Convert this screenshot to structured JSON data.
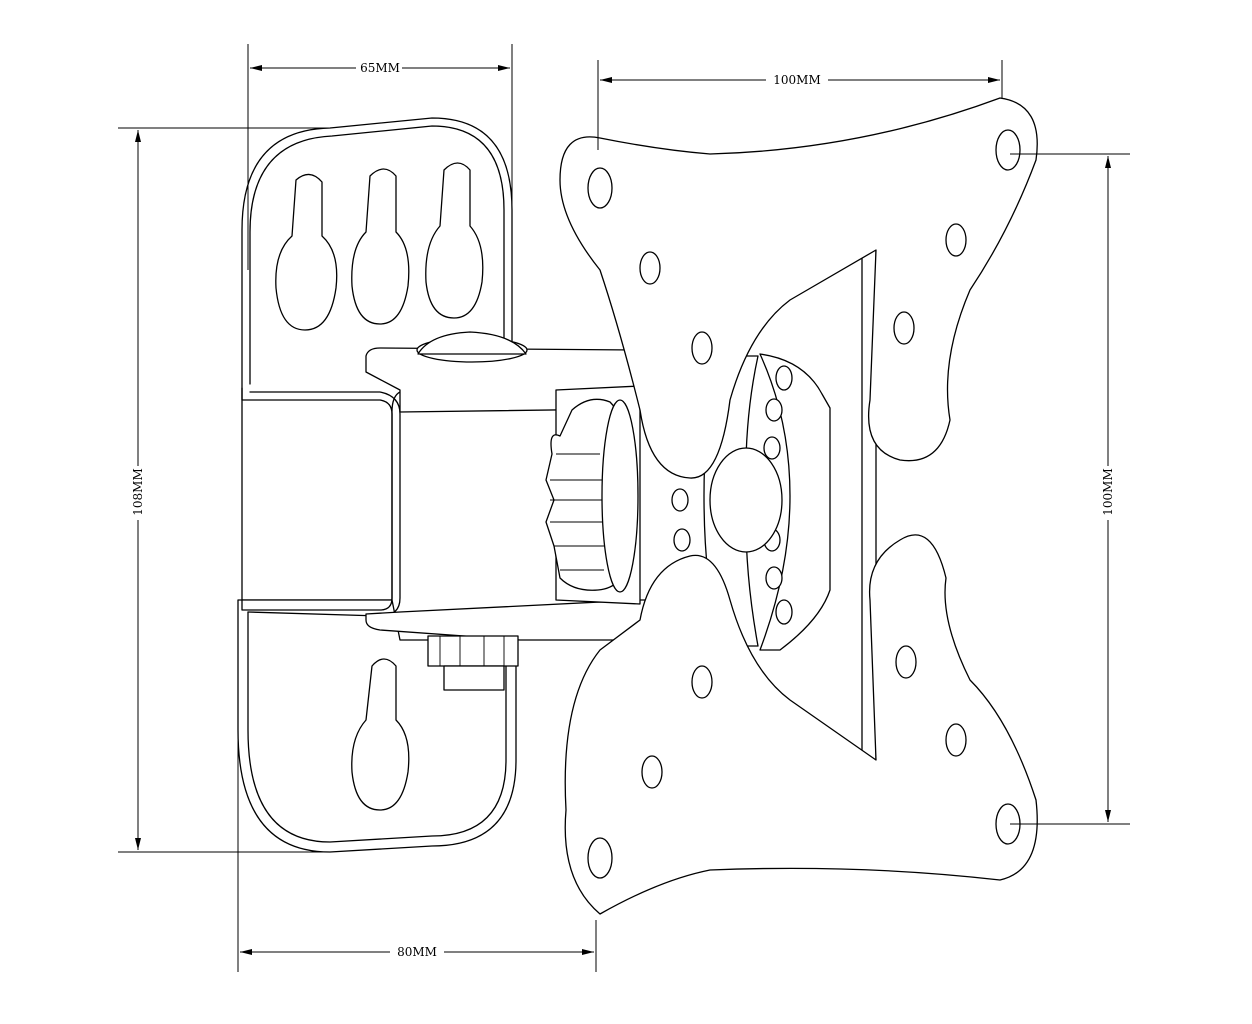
{
  "dimensions": {
    "wall_plate_width": "65MM",
    "wall_plate_height": "108MM",
    "depth": "80MM",
    "vesa_horizontal": "100MM",
    "vesa_vertical": "100MM"
  }
}
